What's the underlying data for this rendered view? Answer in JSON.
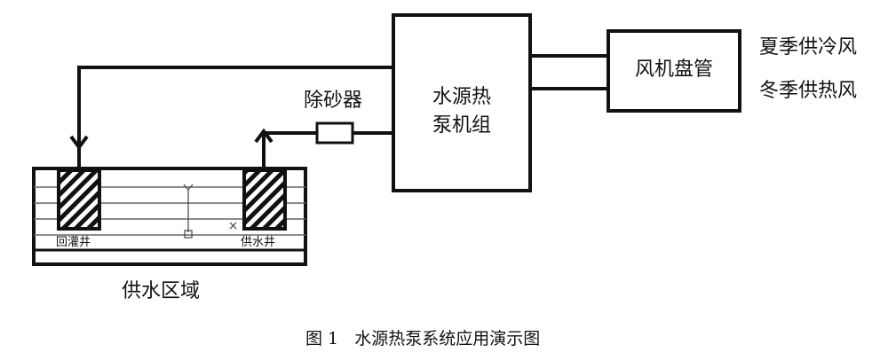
{
  "diagram": {
    "heat_pump_unit": [
      "水源热",
      "泵机组"
    ],
    "fan_coil": "风机盘管",
    "desander": "除砂器",
    "summer_mode": "夏季供冷风",
    "winter_mode": "冬季供热风",
    "supply_area": "供水区域",
    "recharge_well": "回灌井",
    "supply_well": "供水井"
  },
  "caption": "图 1   水源热泵系统应用演示图",
  "colors": {
    "line": "#111111",
    "background": "#ffffff"
  }
}
